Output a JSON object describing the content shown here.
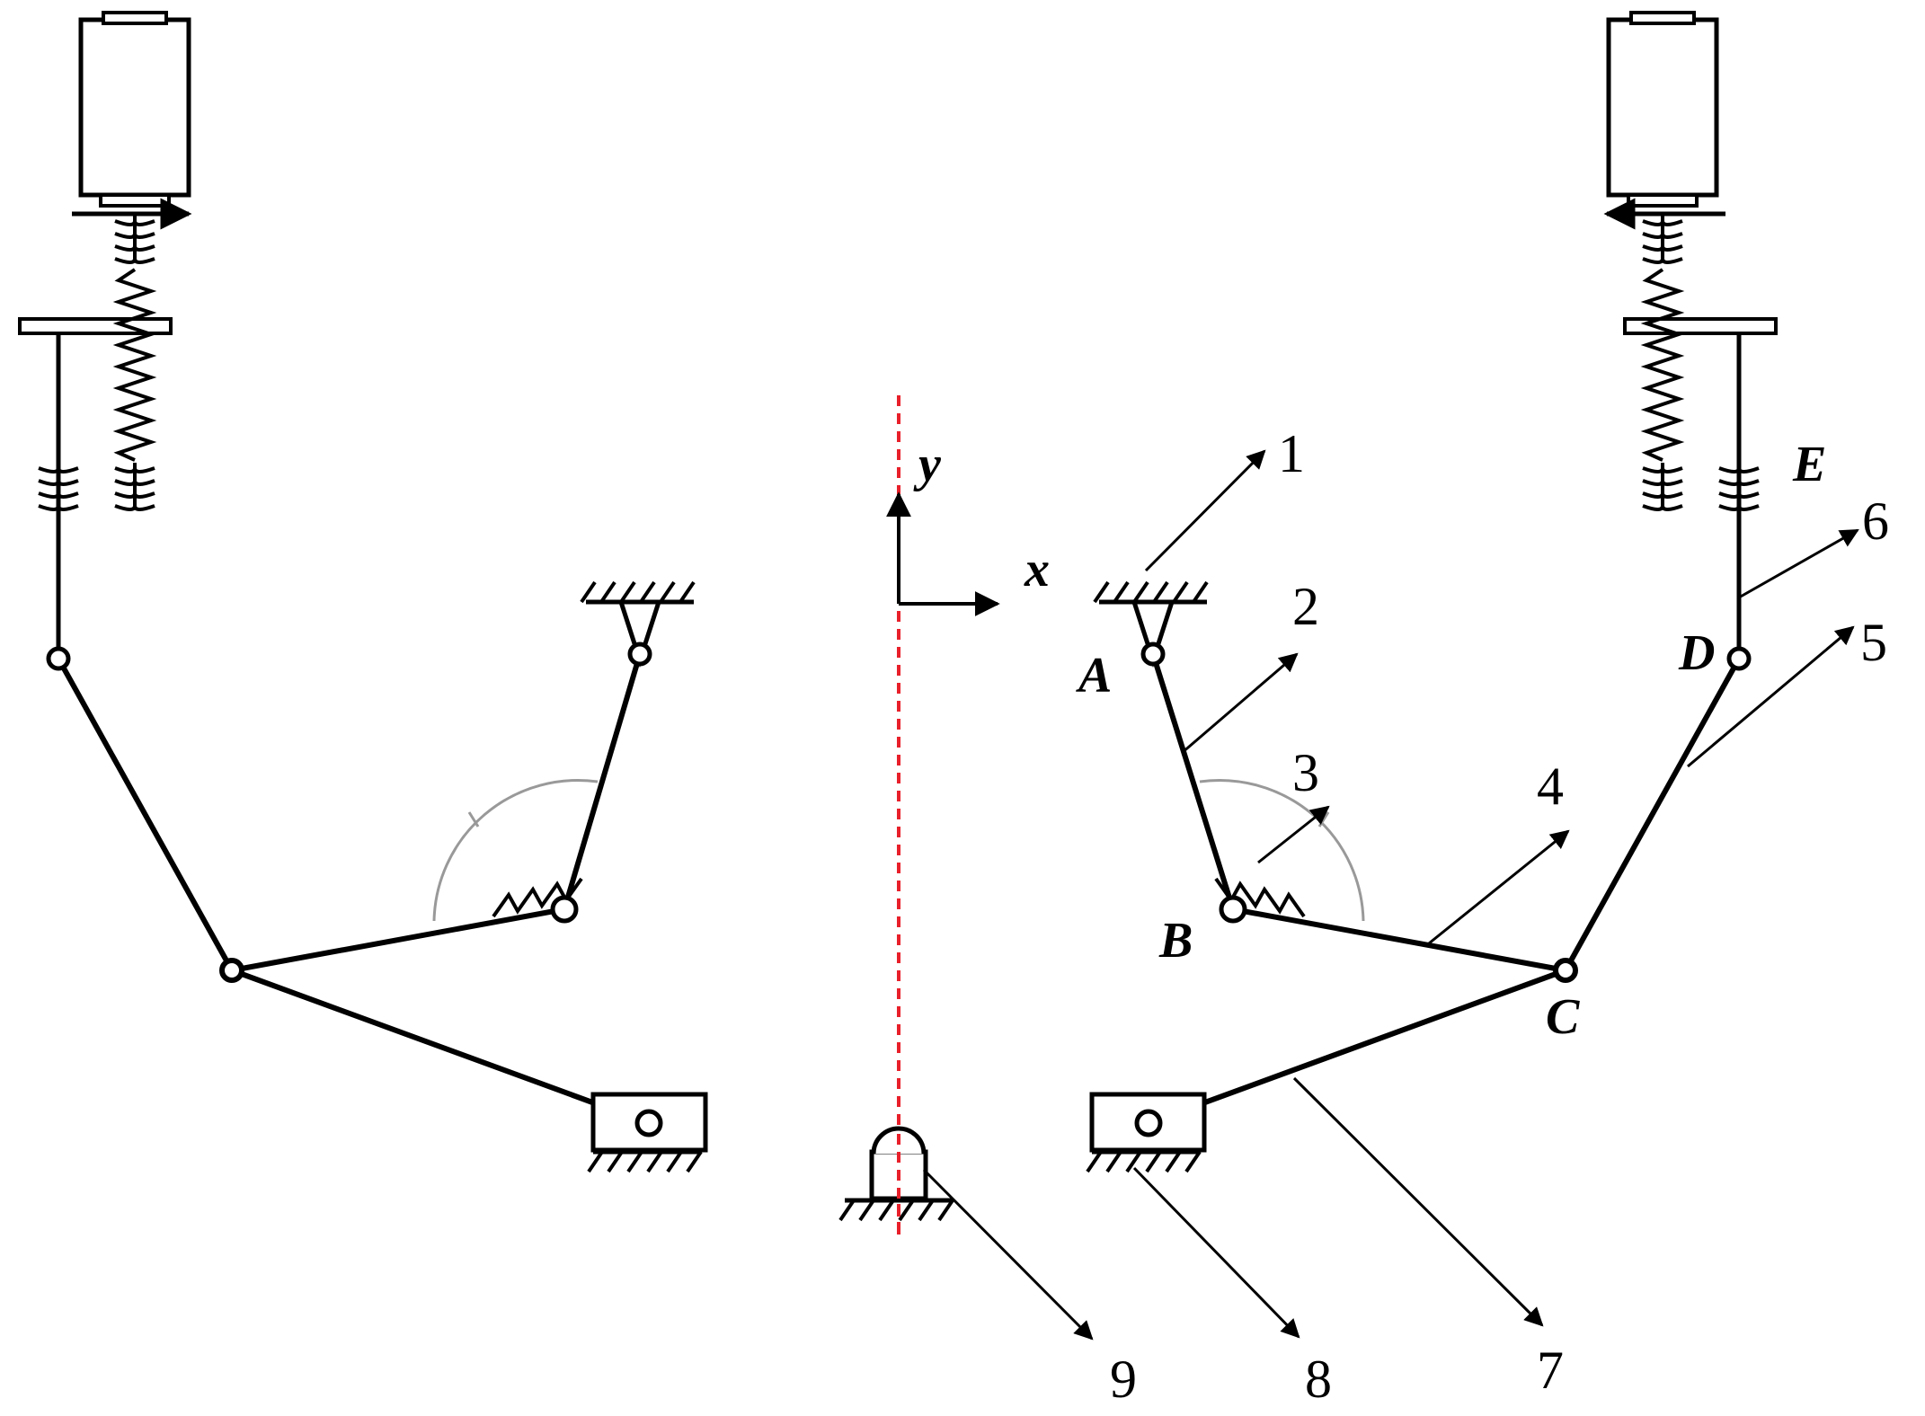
{
  "diagram": {
    "axis_labels": {
      "y": "y",
      "x": "x"
    },
    "point_labels": {
      "A": "A",
      "B": "B",
      "C": "C",
      "D": "D",
      "E": "E"
    },
    "part_numbers": [
      "1",
      "2",
      "3",
      "4",
      "5",
      "6",
      "7",
      "8",
      "9"
    ],
    "colors": {
      "stroke": "#000000",
      "centerline": "#e8202a",
      "arc": "#999999"
    }
  }
}
